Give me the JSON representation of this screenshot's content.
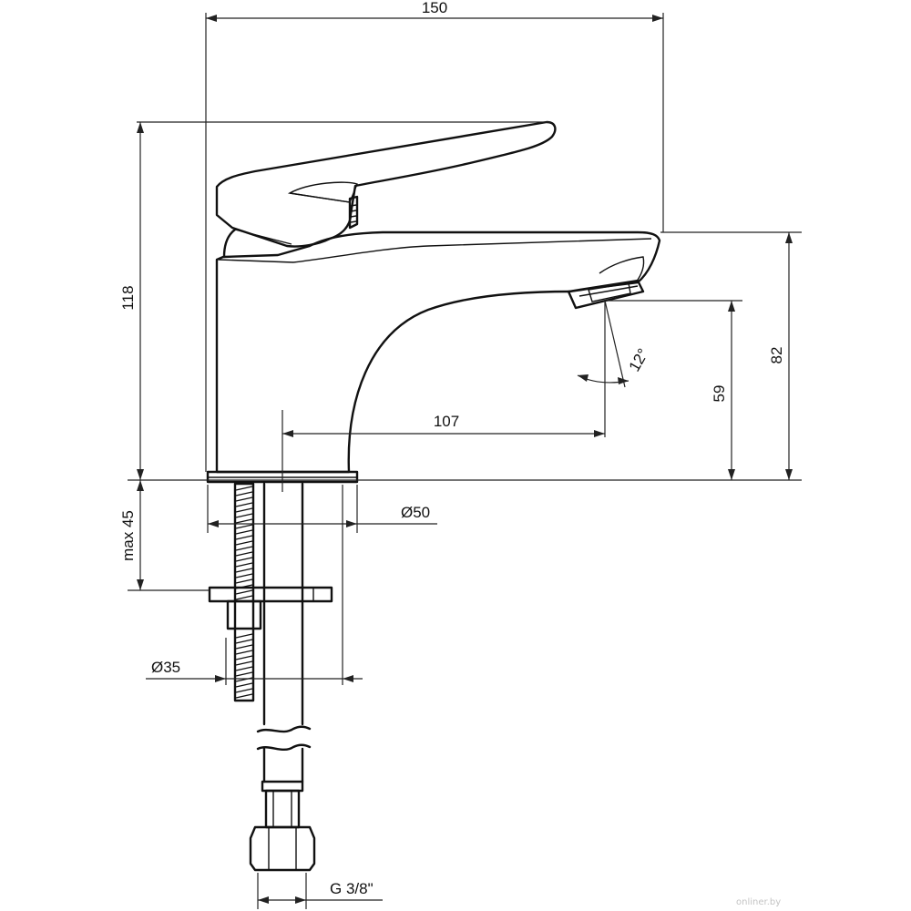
{
  "dimensions": {
    "width_overall": "150",
    "height_overall": "118",
    "spout_reach": "107",
    "spout_height": "82",
    "aerator_height": "59",
    "aerator_angle": "12°",
    "base_diameter": "Ø50",
    "mount_thickness": "max 45",
    "hole_diameter": "Ø35",
    "connection_thread": "G 3/8\""
  },
  "watermark": "onliner.by",
  "colors": {
    "line": "#111111",
    "background": "#ffffff"
  }
}
